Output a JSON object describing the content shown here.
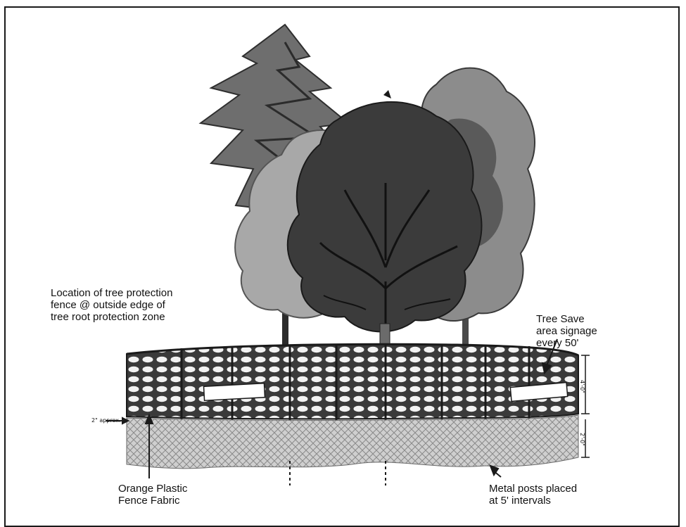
{
  "labels": {
    "fence_location": "Location of tree protection\nfence @ outside edge of\ntree root protection zone",
    "signage": "Tree Save\narea signage\nevery 50'",
    "fabric": "Orange Plastic\nFence Fabric",
    "posts": "Metal posts placed\nat 5' intervals",
    "height_dim": "4'-0\"",
    "depth_dim": "2'-0\"",
    "approx_dim": "2\" approx."
  },
  "colors": {
    "ink": "#1a1a1a",
    "foliage_dark": "#2b2b2b",
    "foliage_mid": "#5a5a5a",
    "foliage_light": "#8c8c8c",
    "soil": "#bdbdbd"
  }
}
